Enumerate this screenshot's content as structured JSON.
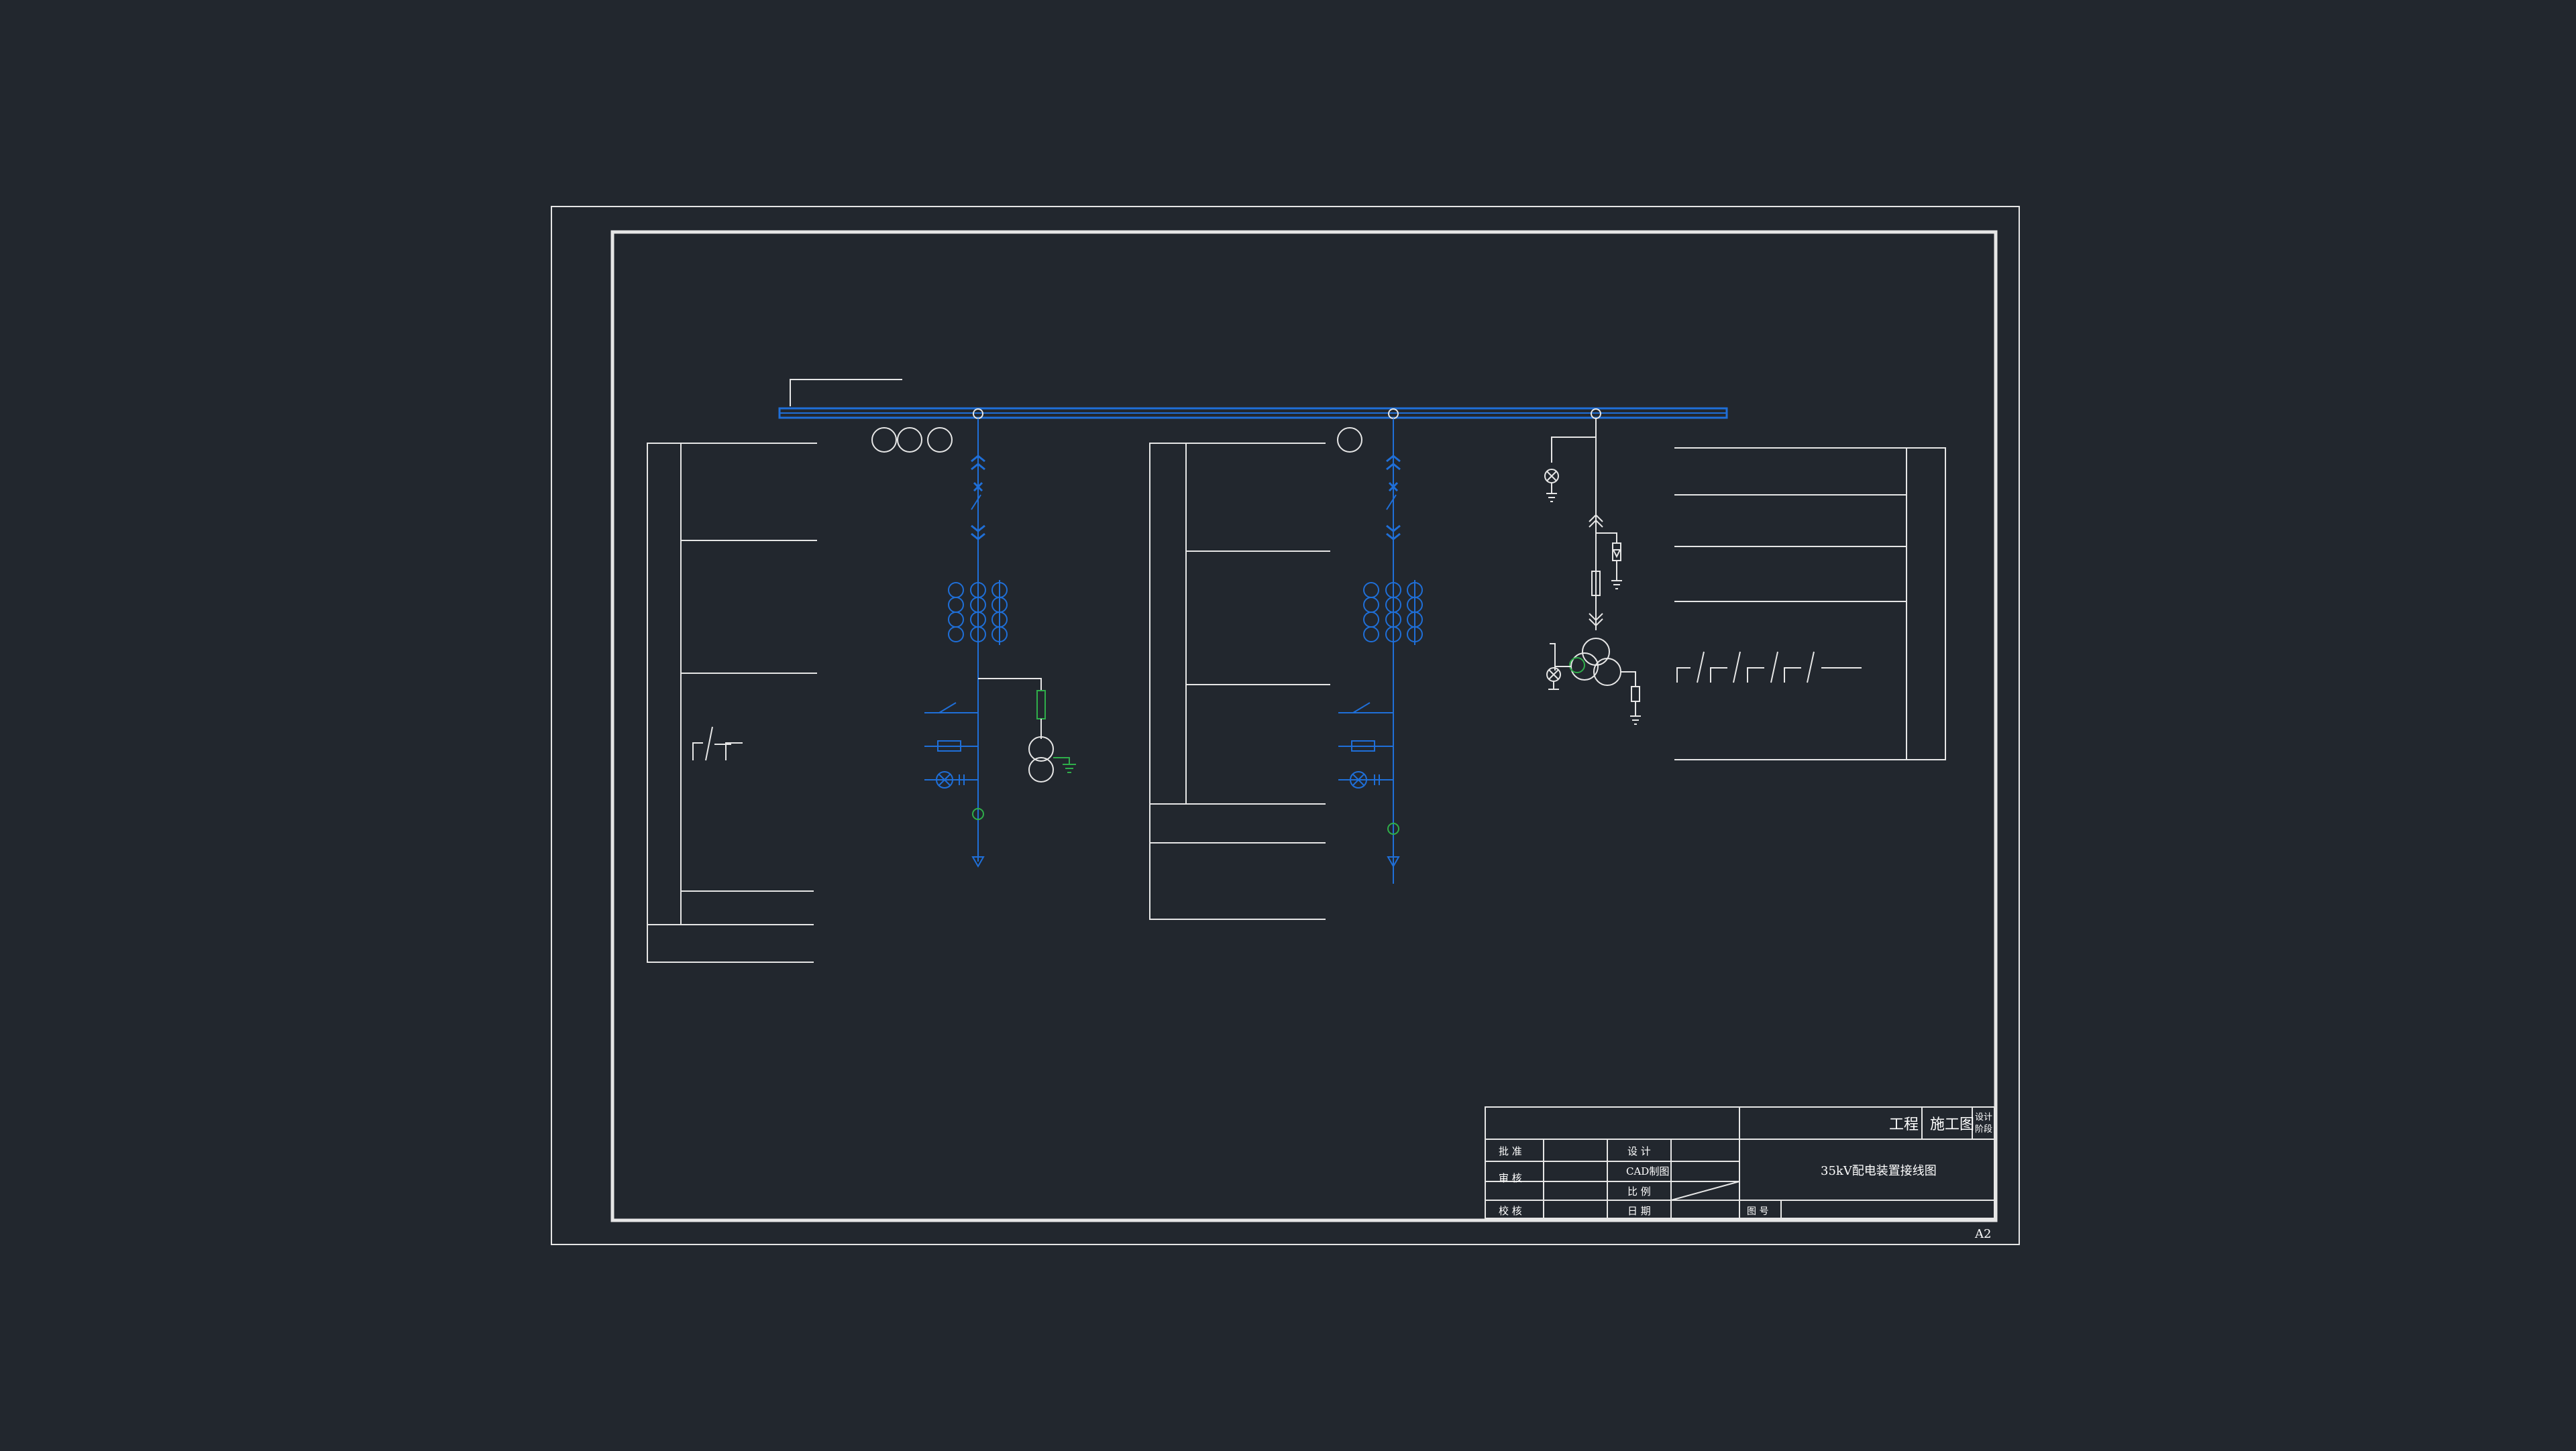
{
  "drawing": {
    "sheet_size": "A2",
    "busbar_colors": {
      "line": "#1f6fd8",
      "frame": "#e6e6e6",
      "earth": "#2fae4a",
      "background": "#22272e"
    }
  },
  "title_block": {
    "project_label": "工程",
    "stage_label": "施工图",
    "stage_options": [
      "设计",
      "阶段"
    ],
    "approve_label": "批 准",
    "review_label": "审 核",
    "check_label": "校 核",
    "design_label": "设 计",
    "cad_label": "CAD制图",
    "scale_label": "比 例",
    "date_label": "日 期",
    "title": "35kV配电装置接线图",
    "drawing_no_label": "图 号"
  }
}
